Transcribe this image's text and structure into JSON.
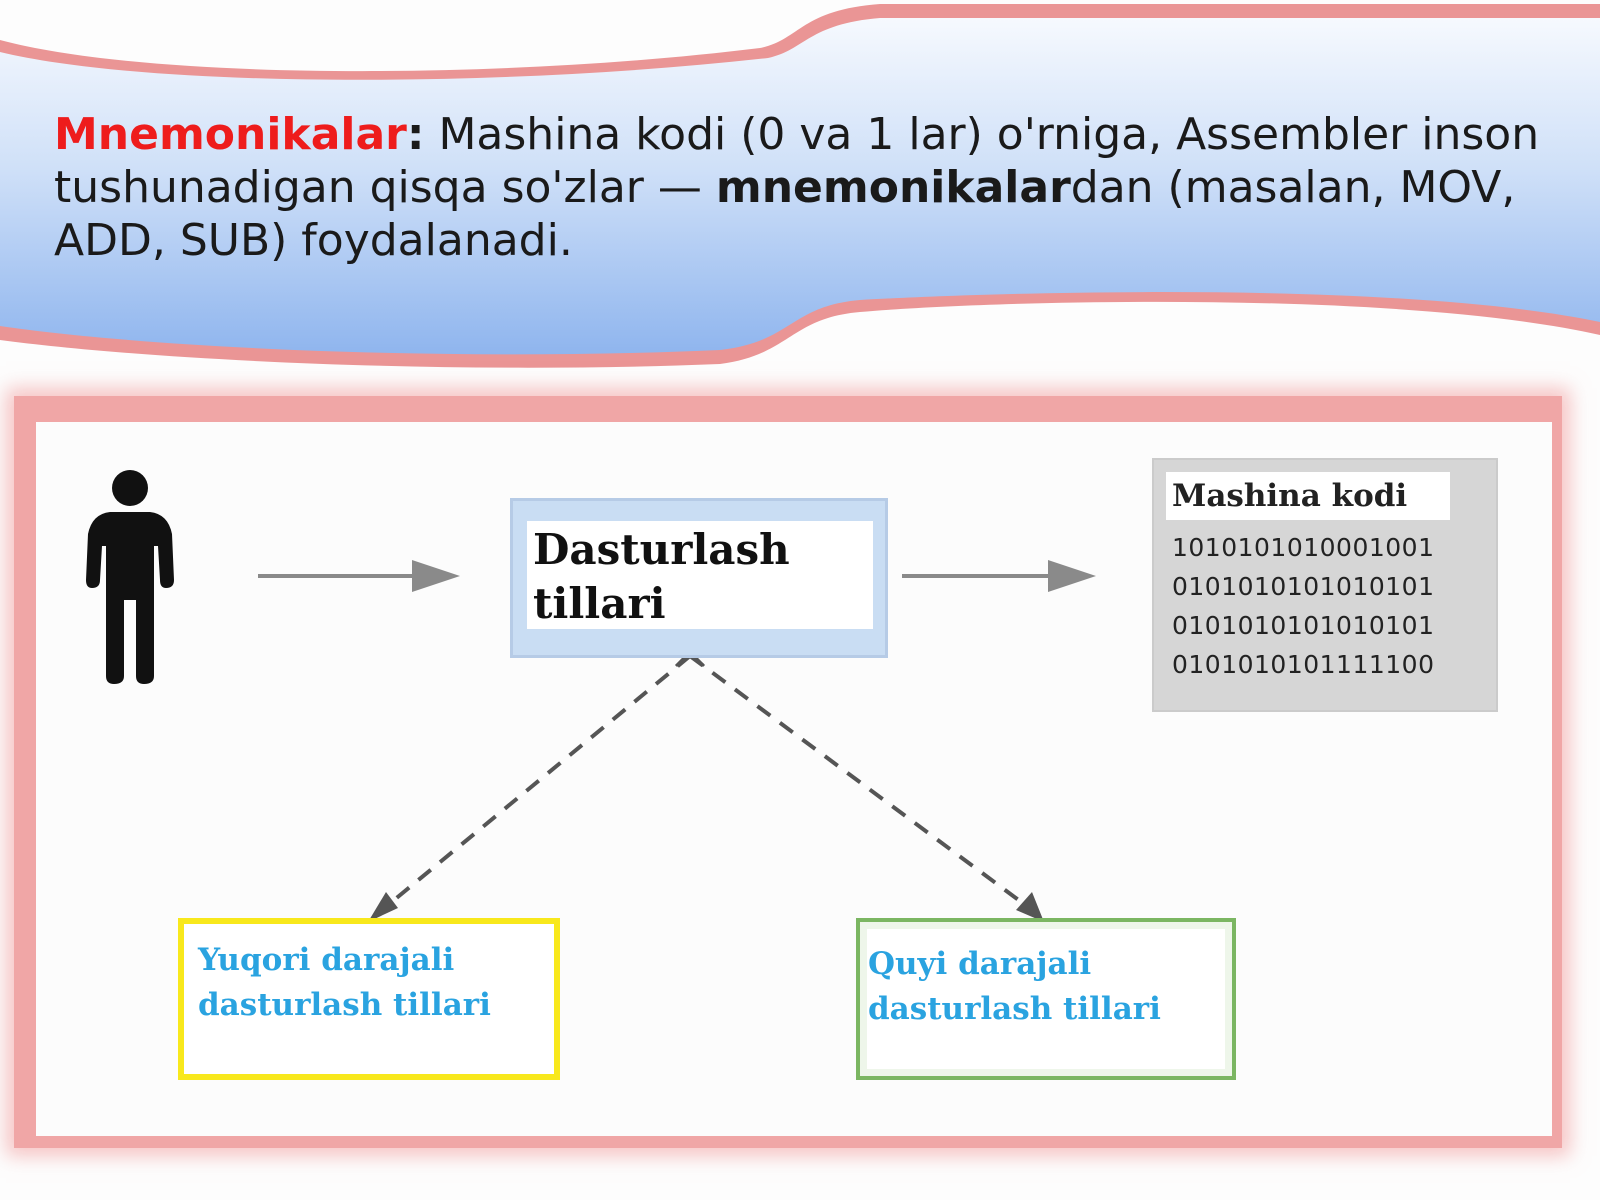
{
  "banner": {
    "term": "Mnemonikalar",
    "colon": ":",
    "text_before": " Mashina kodi (0 va 1 lar) o'rniga, Assembler inson tushunadigan qisqa so'zlar — ",
    "emphasis": "mnemonikalar",
    "text_after": "dan (masalan, MOV, ADD, SUB) foydalanadi."
  },
  "diagram": {
    "person_icon": "person-icon",
    "languages_box": {
      "label": "Dasturlash tillari"
    },
    "machine_code_box": {
      "title": "Mashina kodi",
      "lines": [
        "1010101010001001",
        "0101010101010101",
        "0101010101010101",
        "0101010101111100"
      ]
    },
    "high_level_box": {
      "label": "Yuqori darajali dasturlash tillari"
    },
    "low_level_box": {
      "label": "Quyi darajali dasturlash tillari"
    }
  },
  "colors": {
    "term": "#ee1c1c",
    "banner_fill": "#9ec0f0",
    "banner_border": "#e88a8a",
    "frame": "#f0a6a6",
    "languages_box": "#c9ddf3",
    "machine_box": "#d6d6d6",
    "high_level_border": "#f8e81c",
    "low_level_border": "#7bb662",
    "sub_label": "#2aa3e0",
    "arrow": "#8a8a8a"
  }
}
